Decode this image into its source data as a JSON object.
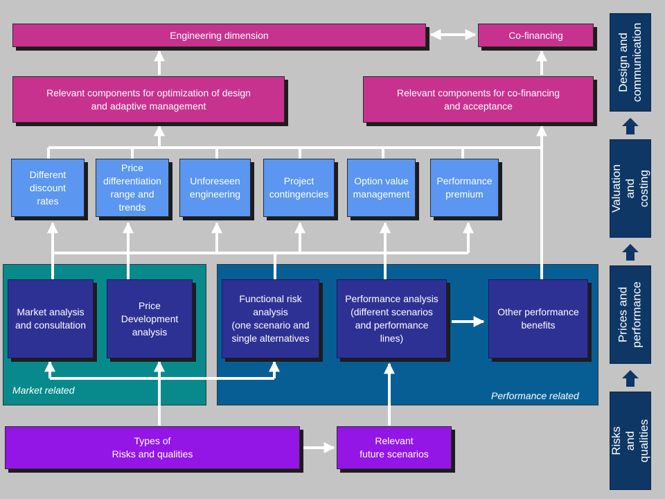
{
  "top": {
    "engineering_dimension": "Engineering dimension",
    "co_financing": "Co-financing"
  },
  "relevant": {
    "design": "Relevant components for optimization of design\nand adaptive management",
    "cofinancing": "Relevant components for co-financing\nand acceptance"
  },
  "valuation_items": [
    "Different\ndiscount\nrates",
    "Price\ndifferentiation\nrange and\ntrends",
    "Unforeseen\nengineering",
    "Project\ncontingencies",
    "Option value\nmanagement",
    "Performance\npremium"
  ],
  "market": {
    "region_label": "Market related",
    "market_analysis": "Market analysis\nand consultation",
    "price_development": "Price\nDevelopment\nanalysis"
  },
  "performance": {
    "region_label": "Performance related",
    "functional_risk": "Functional risk\nanalysis\n(one scenario and\nsingle alternatives",
    "performance_analysis": "Performance analysis\n(different scenarios\nand performance\nlines)",
    "other_benefits": "Other performance\nbenefits"
  },
  "bottom": {
    "types": "Types of\nRisks and qualities",
    "future_scenarios": "Relevant\nfuture scenarios"
  },
  "phases": [
    "Design and\ncommunication",
    "Valuation and\ncosting",
    "Prices and\nperformance",
    "Risks and\nqualities"
  ],
  "colors": {
    "background": "#c4c4c4",
    "magenta": "#c8328f",
    "light_blue": "#5b97f0",
    "navy": "#2e3194",
    "purple": "#9316e6",
    "teal_region": "#088a8c",
    "blue_region": "#075e95",
    "phase_bar": "#0e3766",
    "connector": "#ffffff"
  }
}
